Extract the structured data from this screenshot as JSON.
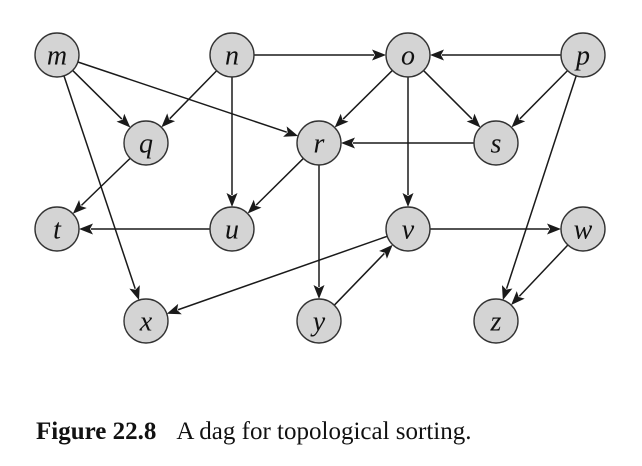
{
  "diagram": {
    "node_fill": "#d4d4d4",
    "node_stroke": "#333333",
    "edge_color": "#1a1a1a",
    "nodes": [
      {
        "id": "m",
        "label": "m"
      },
      {
        "id": "n",
        "label": "n"
      },
      {
        "id": "o",
        "label": "o"
      },
      {
        "id": "p",
        "label": "p"
      },
      {
        "id": "q",
        "label": "q"
      },
      {
        "id": "r",
        "label": "r"
      },
      {
        "id": "s",
        "label": "s"
      },
      {
        "id": "t",
        "label": "t"
      },
      {
        "id": "u",
        "label": "u"
      },
      {
        "id": "v",
        "label": "v"
      },
      {
        "id": "w",
        "label": "w"
      },
      {
        "id": "x",
        "label": "x"
      },
      {
        "id": "y",
        "label": "y"
      },
      {
        "id": "z",
        "label": "z"
      }
    ],
    "edges": [
      {
        "from": "m",
        "to": "q"
      },
      {
        "from": "m",
        "to": "r"
      },
      {
        "from": "m",
        "to": "x"
      },
      {
        "from": "n",
        "to": "o"
      },
      {
        "from": "n",
        "to": "q"
      },
      {
        "from": "n",
        "to": "u"
      },
      {
        "from": "o",
        "to": "r"
      },
      {
        "from": "o",
        "to": "s"
      },
      {
        "from": "o",
        "to": "v"
      },
      {
        "from": "p",
        "to": "o"
      },
      {
        "from": "p",
        "to": "s"
      },
      {
        "from": "p",
        "to": "z"
      },
      {
        "from": "q",
        "to": "t"
      },
      {
        "from": "r",
        "to": "u"
      },
      {
        "from": "r",
        "to": "y"
      },
      {
        "from": "s",
        "to": "r"
      },
      {
        "from": "u",
        "to": "t"
      },
      {
        "from": "v",
        "to": "w"
      },
      {
        "from": "v",
        "to": "x"
      },
      {
        "from": "w",
        "to": "z"
      },
      {
        "from": "y",
        "to": "v"
      }
    ]
  },
  "caption": {
    "label": "Figure 22.8",
    "text": "A dag for topological sorting."
  }
}
